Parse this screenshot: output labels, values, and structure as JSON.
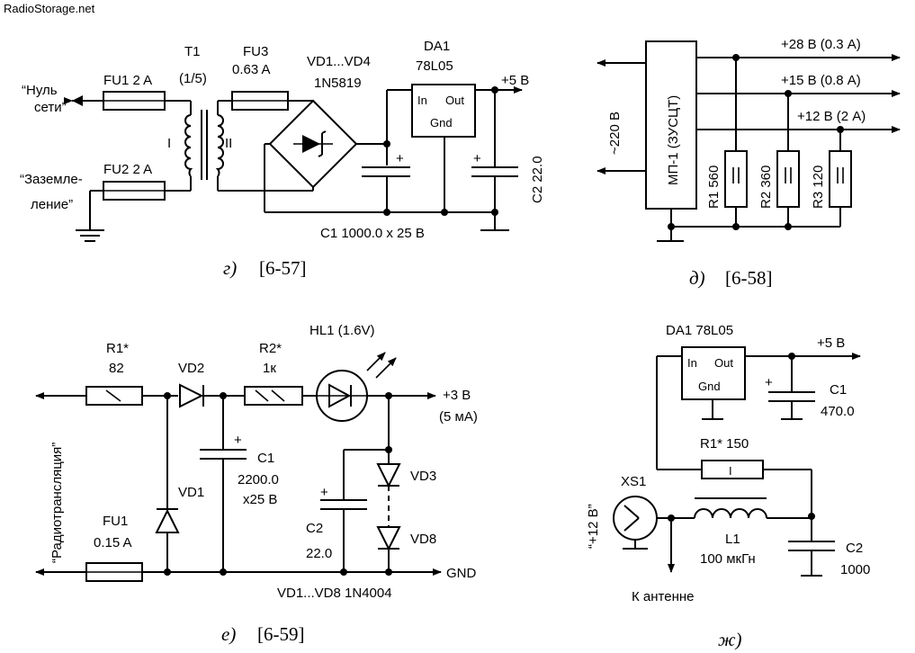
{
  "watermark": "RadioStorage.net",
  "g": {
    "caption_letter": "г)",
    "caption_ref": "[6-57]",
    "fu1": "FU1 2 A",
    "fu2": "FU2 2 A",
    "t1": "T1",
    "t1_ratio": "(1/5)",
    "w1": "I",
    "w2": "II",
    "fu3": "FU3",
    "fu3_val": "0.63 A",
    "vd": "VD1...VD4",
    "vd_type": "1N5819",
    "da1": "DA1",
    "da1_type": "78L05",
    "in": "In",
    "out": "Out",
    "gnd": "Gnd",
    "plus5": "+5 В",
    "c1": "C1 1000.0 x 25 В",
    "c2": "C2 22.0",
    "nul1": "“Нуль",
    "nul2": "сети”",
    "zaz1": "“Заземле-",
    "zaz2": "ление”"
  },
  "d": {
    "caption_letter": "д)",
    "caption_ref": "[6-58]",
    "mp1": "МП-1 (ЗУСЦТ)",
    "v220": "~220 В",
    "o1": "+28 В (0.3 А)",
    "o2": "+15 В (0.8 А)",
    "o3": "+12 В (2 А)",
    "r1": "R1 560",
    "r2": "R2 360",
    "r3": "R3 120"
  },
  "e": {
    "caption_letter": "е)",
    "caption_ref": "[6-59]",
    "r1": "R1*",
    "r1v": "82",
    "vd2": "VD2",
    "r2": "R2*",
    "r2v": "1к",
    "hl1": "HL1 (1.6V)",
    "out": "+3 В",
    "out_i": "(5 мА)",
    "c1": "C1",
    "c1v": "2200.0",
    "c1v2": "x25 В",
    "vd1": "VD1",
    "fu1": "FU1",
    "fu1v": "0.15 A",
    "c2": "C2",
    "c2v": "22.0",
    "vd3": "VD3",
    "vd8": "VD8",
    "gnd": "GND",
    "vd_all": "VD1...VD8 1N4004",
    "radio": "“Радиотрансляция”"
  },
  "zh": {
    "caption_letter": "ж)",
    "da1": "DA1 78L05",
    "in": "In",
    "out": "Out",
    "gnd": "Gnd",
    "plus5": "+5 В",
    "c1": "C1",
    "c1v": "470.0",
    "r1": "R1* 150",
    "r1_mark": "I",
    "xs1": "XS1",
    "v12": "“+12 В”",
    "l1": "L1",
    "l1v": "100 мкГн",
    "c2": "C2",
    "c2v": "1000",
    "ant": "К антенне"
  }
}
